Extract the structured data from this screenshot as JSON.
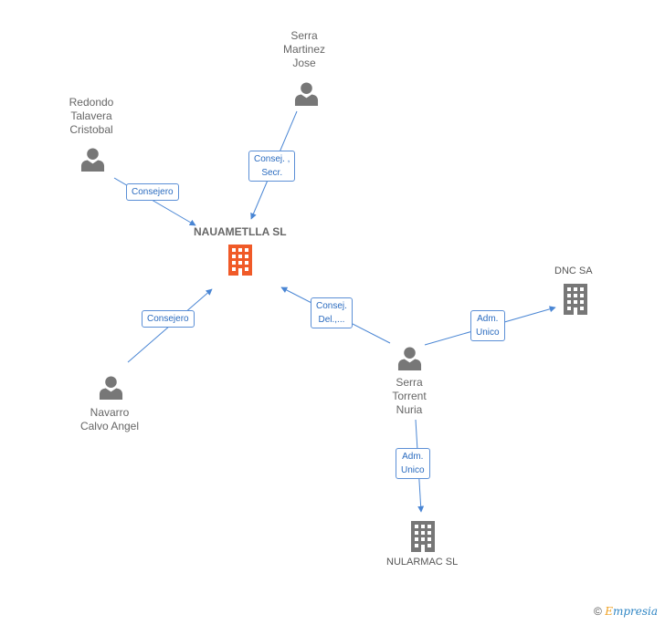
{
  "colors": {
    "accent": "#4a86d4",
    "person": "#777777",
    "company_main": "#f05a28",
    "company": "#777777"
  },
  "main_company": {
    "name": "NAUAMETLLA SL",
    "icon": "building-icon"
  },
  "persons": [
    {
      "id": "serra_martinez",
      "name": "Serra\nMartinez\nJose",
      "icon": "person-icon"
    },
    {
      "id": "redondo",
      "name": "Redondo\nTalavera\nCristobal",
      "icon": "person-icon"
    },
    {
      "id": "navarro",
      "name": "Navarro\nCalvo Angel",
      "icon": "person-icon"
    },
    {
      "id": "serra_torrent",
      "name": "Serra\nTorrent\nNuria",
      "icon": "person-icon"
    }
  ],
  "companies": [
    {
      "id": "dnc",
      "name": "DNC SA",
      "icon": "building-icon"
    },
    {
      "id": "nularmac",
      "name": "NULARMAC SL",
      "icon": "building-icon"
    }
  ],
  "edges": [
    {
      "from": "serra_martinez",
      "to": "main",
      "label": "Consej. ,\nSecr."
    },
    {
      "from": "redondo",
      "to": "main",
      "label": "Consejero"
    },
    {
      "from": "navarro",
      "to": "main",
      "label": "Consejero"
    },
    {
      "from": "serra_torrent",
      "to": "main",
      "label": "Consej.\nDel.,..."
    },
    {
      "from": "serra_torrent",
      "to": "dnc",
      "label": "Adm.\nUnico"
    },
    {
      "from": "serra_torrent",
      "to": "nularmac",
      "label": "Adm.\nUnico"
    }
  ],
  "footer": {
    "copyright": "©",
    "brand_first": "E",
    "brand_rest": "mpresia"
  }
}
